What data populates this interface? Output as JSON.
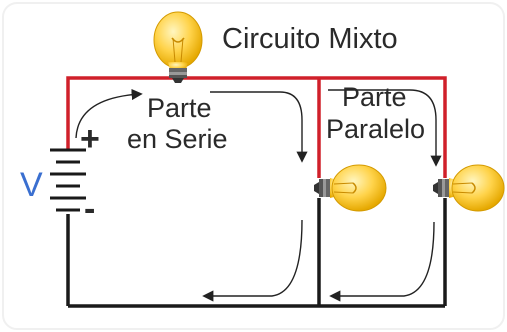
{
  "title": "Circuito Mixto",
  "labels": {
    "series_line1": "Parte",
    "series_line2": "en Serie",
    "parallel_line1": "Parte",
    "parallel_line2": "Paralelo",
    "voltage": "V",
    "plus": "+",
    "minus": "-"
  },
  "colors": {
    "wire_top": "#d0202a",
    "wire": "#1a1a1a",
    "bulb_glass": "#ffd34a",
    "bulb_highlight": "#fff6c0",
    "bulb_base": "#555555",
    "voltage_label": "#3a6fd0",
    "arrow": "#222222"
  },
  "icons": {
    "battery": "battery-icon",
    "series_bulb": "lightbulb-icon",
    "parallel_bulbs": [
      "lightbulb-icon",
      "lightbulb-icon"
    ]
  }
}
